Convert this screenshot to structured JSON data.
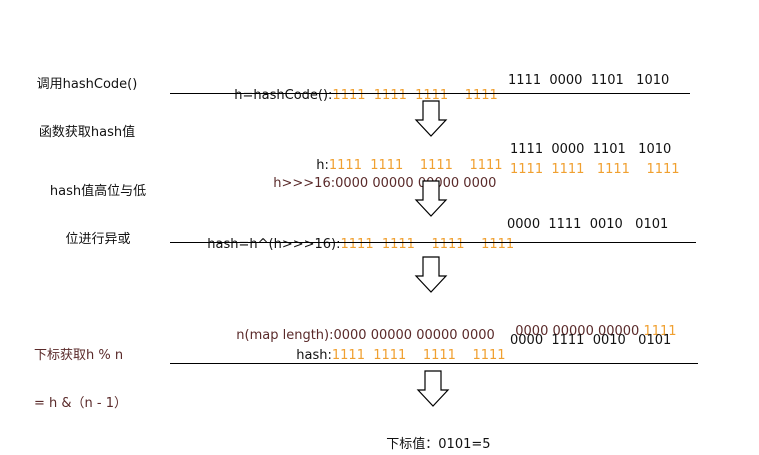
{
  "step1": {
    "label_line1": "调用hashCode()",
    "label_line2": "函数获取hash值",
    "expr_prefix": "h=hashCode():",
    "expr_high": "1111  1111  1111    1111",
    "expr_low": "1111  0000  1101   1010"
  },
  "step2": {
    "label_line1": "hash值高位与低",
    "label_line2": "位进行异或",
    "h_prefix": "h:",
    "h_high": "1111  1111    1111    1111",
    "h_low": "1111  0000  1101   1010",
    "shift_prefix": "h>>>16:",
    "shift_zeros": "0000 00000 00000 0000",
    "shift_low": "1111  1111   1111    1111",
    "hash_prefix": "hash=h^(h>>>16):",
    "hash_high": "1111  1111    1111    1111",
    "hash_low": "0000  1111  0010   0101"
  },
  "step3": {
    "label_line1": "下标获取h % n",
    "label_line2": "= h &（n - 1）",
    "n_prefix": "n(map length):",
    "n_zeros": "0000 00000 00000 0000",
    "n_low_zeros": "0000 00000 00000 ",
    "n_low_ones": "1111",
    "hash_prefix": "hash:",
    "hash_high": "1111  1111    1111    1111",
    "hash_low": "0000  1111  0010   0101"
  },
  "result": {
    "label": "下标值：",
    "value": "0101=5"
  },
  "colors": {
    "highlight": "#f0a030",
    "text": "#111111",
    "dark_label": "#5a2a2a"
  }
}
